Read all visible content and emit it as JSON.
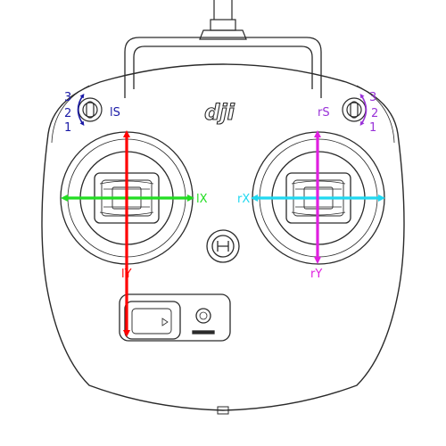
{
  "logo": "dji",
  "colors": {
    "outline": "#2a2a2a",
    "blue": "#1a1aa6",
    "purple": "#9932d8",
    "red": "#ff0000",
    "green": "#22dd22",
    "magenta": "#e020e0",
    "cyan": "#20d8f0"
  },
  "left_switch": {
    "label": "lS",
    "positions": [
      "3",
      "2",
      "1"
    ]
  },
  "right_switch": {
    "label": "rS",
    "positions": [
      "3",
      "2",
      "1"
    ]
  },
  "left_stick": {
    "x_label": "lX",
    "y_label": "lY"
  },
  "right_stick": {
    "x_label": "rX",
    "y_label": "rY"
  }
}
